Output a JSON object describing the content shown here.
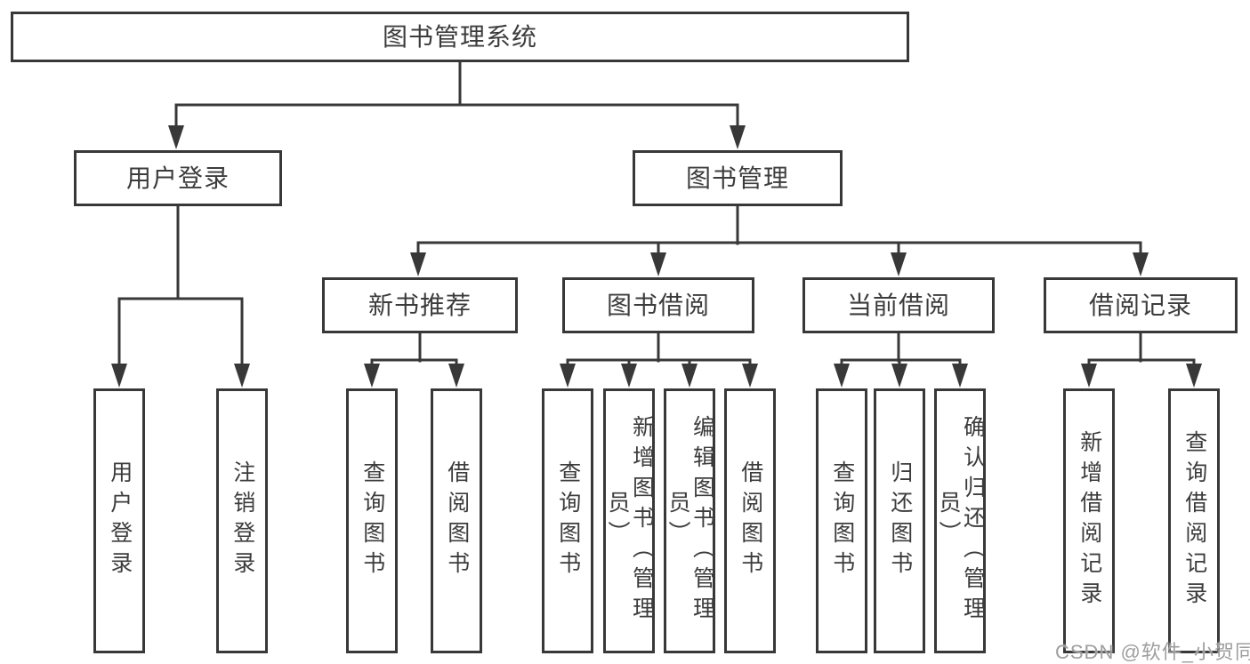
{
  "diagram_title": "图书管理系统",
  "nodes": {
    "root": {
      "label": "图书管理系统"
    },
    "level2": [
      {
        "label": "用户登录"
      },
      {
        "label": "图书管理"
      }
    ],
    "level3": [
      {
        "label": "新书推荐",
        "parent": "图书管理"
      },
      {
        "label": "图书借阅",
        "parent": "图书管理"
      },
      {
        "label": "当前借阅",
        "parent": "图书管理"
      },
      {
        "label": "借阅记录",
        "parent": "图书管理"
      }
    ],
    "leaves": [
      {
        "label": "用户登录",
        "parent": "用户登录"
      },
      {
        "label": "注销登录",
        "parent": "用户登录"
      },
      {
        "label": "查询图书",
        "parent": "新书推荐"
      },
      {
        "label": "借阅图书",
        "parent": "新书推荐"
      },
      {
        "label": "查询图书",
        "parent": "图书借阅"
      },
      {
        "label": "新增图书（管理员）",
        "parent": "图书借阅"
      },
      {
        "label": "编辑图书（管理员）",
        "parent": "图书借阅"
      },
      {
        "label": "借阅图书",
        "parent": "图书借阅"
      },
      {
        "label": "查询图书",
        "parent": "当前借阅"
      },
      {
        "label": "归还图书",
        "parent": "当前借阅"
      },
      {
        "label": "确认归还（管理员）",
        "parent": "当前借阅"
      },
      {
        "label": "新增借阅记录",
        "parent": "借阅记录"
      },
      {
        "label": "查询借阅记录",
        "parent": "借阅记录"
      }
    ]
  },
  "watermark": {
    "text": "CSDN @软件_小贺同学"
  },
  "colors": {
    "line": "#383838",
    "text": "#3c3c3c",
    "box_background": "#ffffff",
    "page_background": "#ffffff",
    "watermark": "#9e9e9e"
  }
}
